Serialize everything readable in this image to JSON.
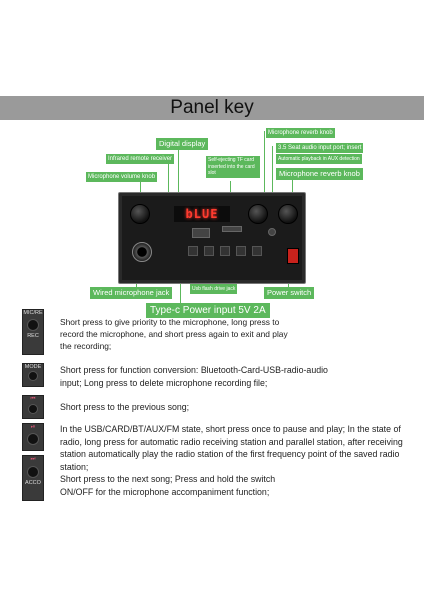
{
  "title": "Panel key",
  "callouts": {
    "digital_display": "Digital display",
    "infrared": "Infrared remote receiver",
    "mic_volume": "Microphone volume knob",
    "self_eject": "Self-ejecting TF card inserted into the card slot",
    "mic_reverb_top": "Microphone reverb knob",
    "aux_input": "3.5 Seat audio input port; insert",
    "aux_auto": "Automatic playback in AUX detection",
    "mic_reverb": "Microphone reverb knob",
    "usb_drive": "Usb flash drive jack",
    "wired_mic": "Wired microphone jack",
    "typec": "Type-c Power input 5V 2A",
    "power_switch": "Power switch"
  },
  "display_text": "bLUE",
  "buttons": [
    {
      "icon": "mic-rec-icon",
      "top_label": "MIC/RE",
      "bottom_label": "REC",
      "text": "Short press to give priority to the microphone, long press to record the microphone, and short press again to exit and play the recording;"
    },
    {
      "icon": "mode-icon",
      "top_label": "MODE",
      "bottom_label": "",
      "text": "Short press for function conversion: Bluetooth-Card-USB-radio-audio input; Long press to delete microphone recording file;"
    },
    {
      "icon": "previous-icon",
      "top_label": "⏮",
      "bottom_label": "",
      "text": "Short press to the previous song;"
    },
    {
      "icon": "play-pause-icon",
      "top_label": "⏯",
      "bottom_label": "",
      "text": "In the USB/CARD/BT/AUX/FM state, short press once to pause and play; In the state of radio, long press for automatic radio receiving station and parallel station, after receiving station automatically play the radio station of the first frequency point of the saved radio station;"
    },
    {
      "icon": "next-icon",
      "top_label": "⏭",
      "bottom_label": "ACCO",
      "text": "Short press to the next song; Press and hold the switch ON/OFF for the microphone accompaniment function;"
    }
  ]
}
